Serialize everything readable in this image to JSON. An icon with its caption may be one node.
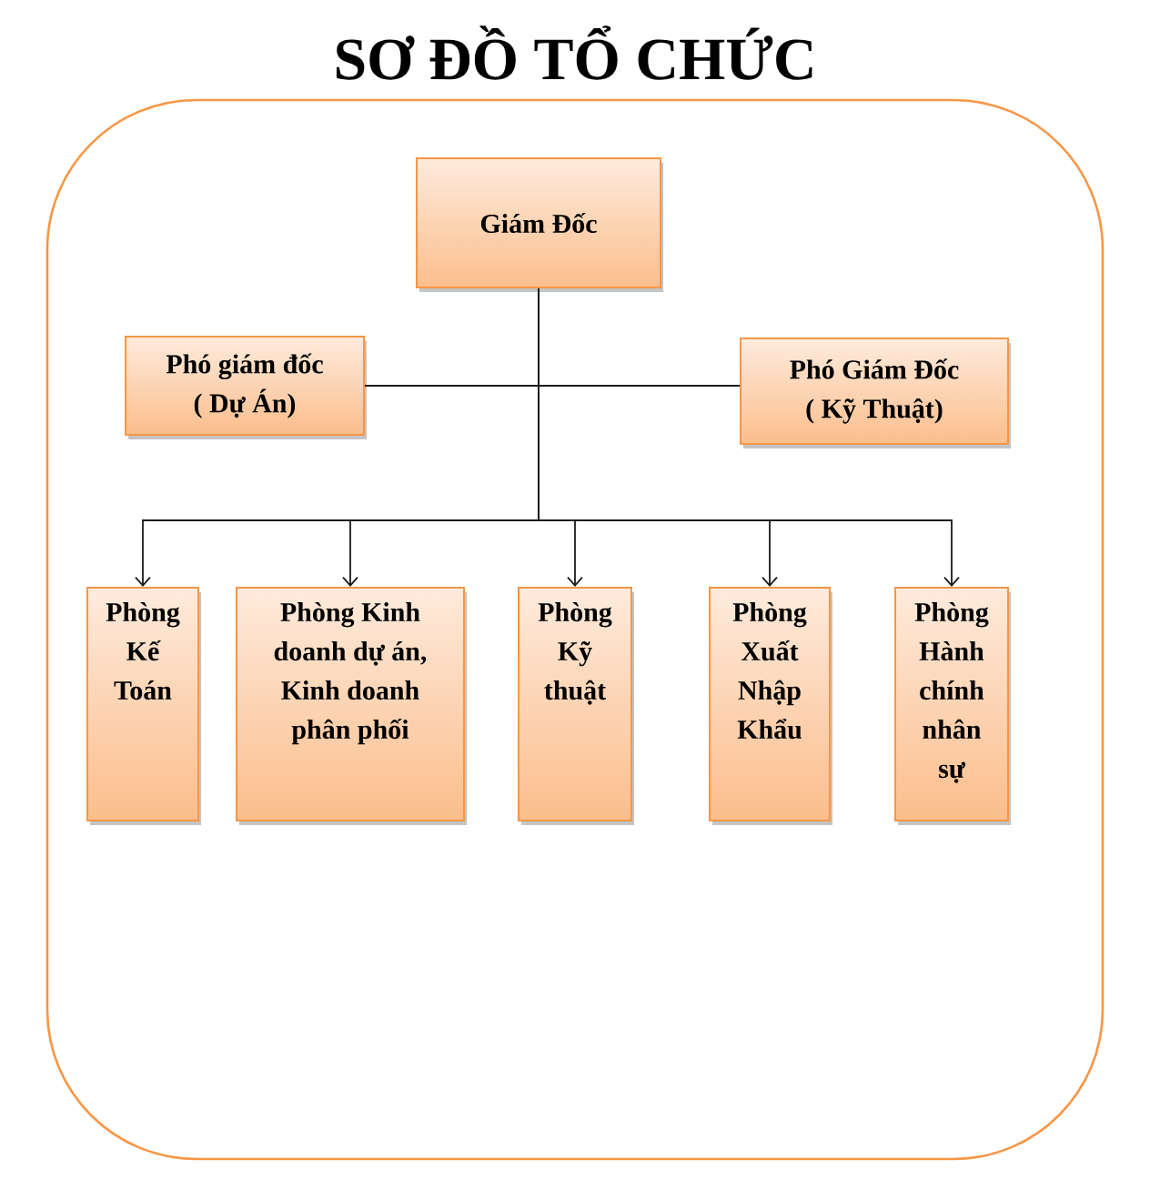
{
  "diagram": {
    "title": "SƠ ĐỒ TỔ CHỨC",
    "nodes": [
      {
        "text": [],
        "shape": "box"
      },
      {
        "text": [
          "Giám Đốc"
        ],
        "in": 0
      },
      {
        "text": [
          "Phó giám đốc ( Dự Án)"
        ],
        "in": 0
      },
      {
        "text": [
          "Phó Giám Đốc ( Kỹ Thuật)"
        ],
        "in": 0
      },
      {
        "text": [
          "Phòng Kế Toán"
        ],
        "in": 0
      },
      {
        "text": [
          "Phòng Kinh doanh dự án, Kinh doanh phân phối"
        ],
        "in": 0
      },
      {
        "text": [
          "Phòng Kỹ thuật"
        ],
        "in": 0
      },
      {
        "text": [
          "Phòng Xuất Nhập Khẩu"
        ],
        "in": 0
      },
      {
        "text": [
          "Phòng Hành chính nhân sự"
        ],
        "in": 0
      }
    ],
    "edges": [
      {
        "from": 1,
        "to": 2,
        "arrow": "none"
      },
      {
        "from": 1,
        "to": 3,
        "arrow": "none"
      },
      {
        "from": 1,
        "to": 4,
        "arrow": "to"
      },
      {
        "from": 1,
        "to": 5,
        "arrow": "to"
      },
      {
        "from": 1,
        "to": 6,
        "arrow": "to"
      },
      {
        "from": 1,
        "to": 7,
        "arrow": "to"
      },
      {
        "from": 1,
        "to": 8,
        "arrow": "to"
      }
    ]
  }
}
